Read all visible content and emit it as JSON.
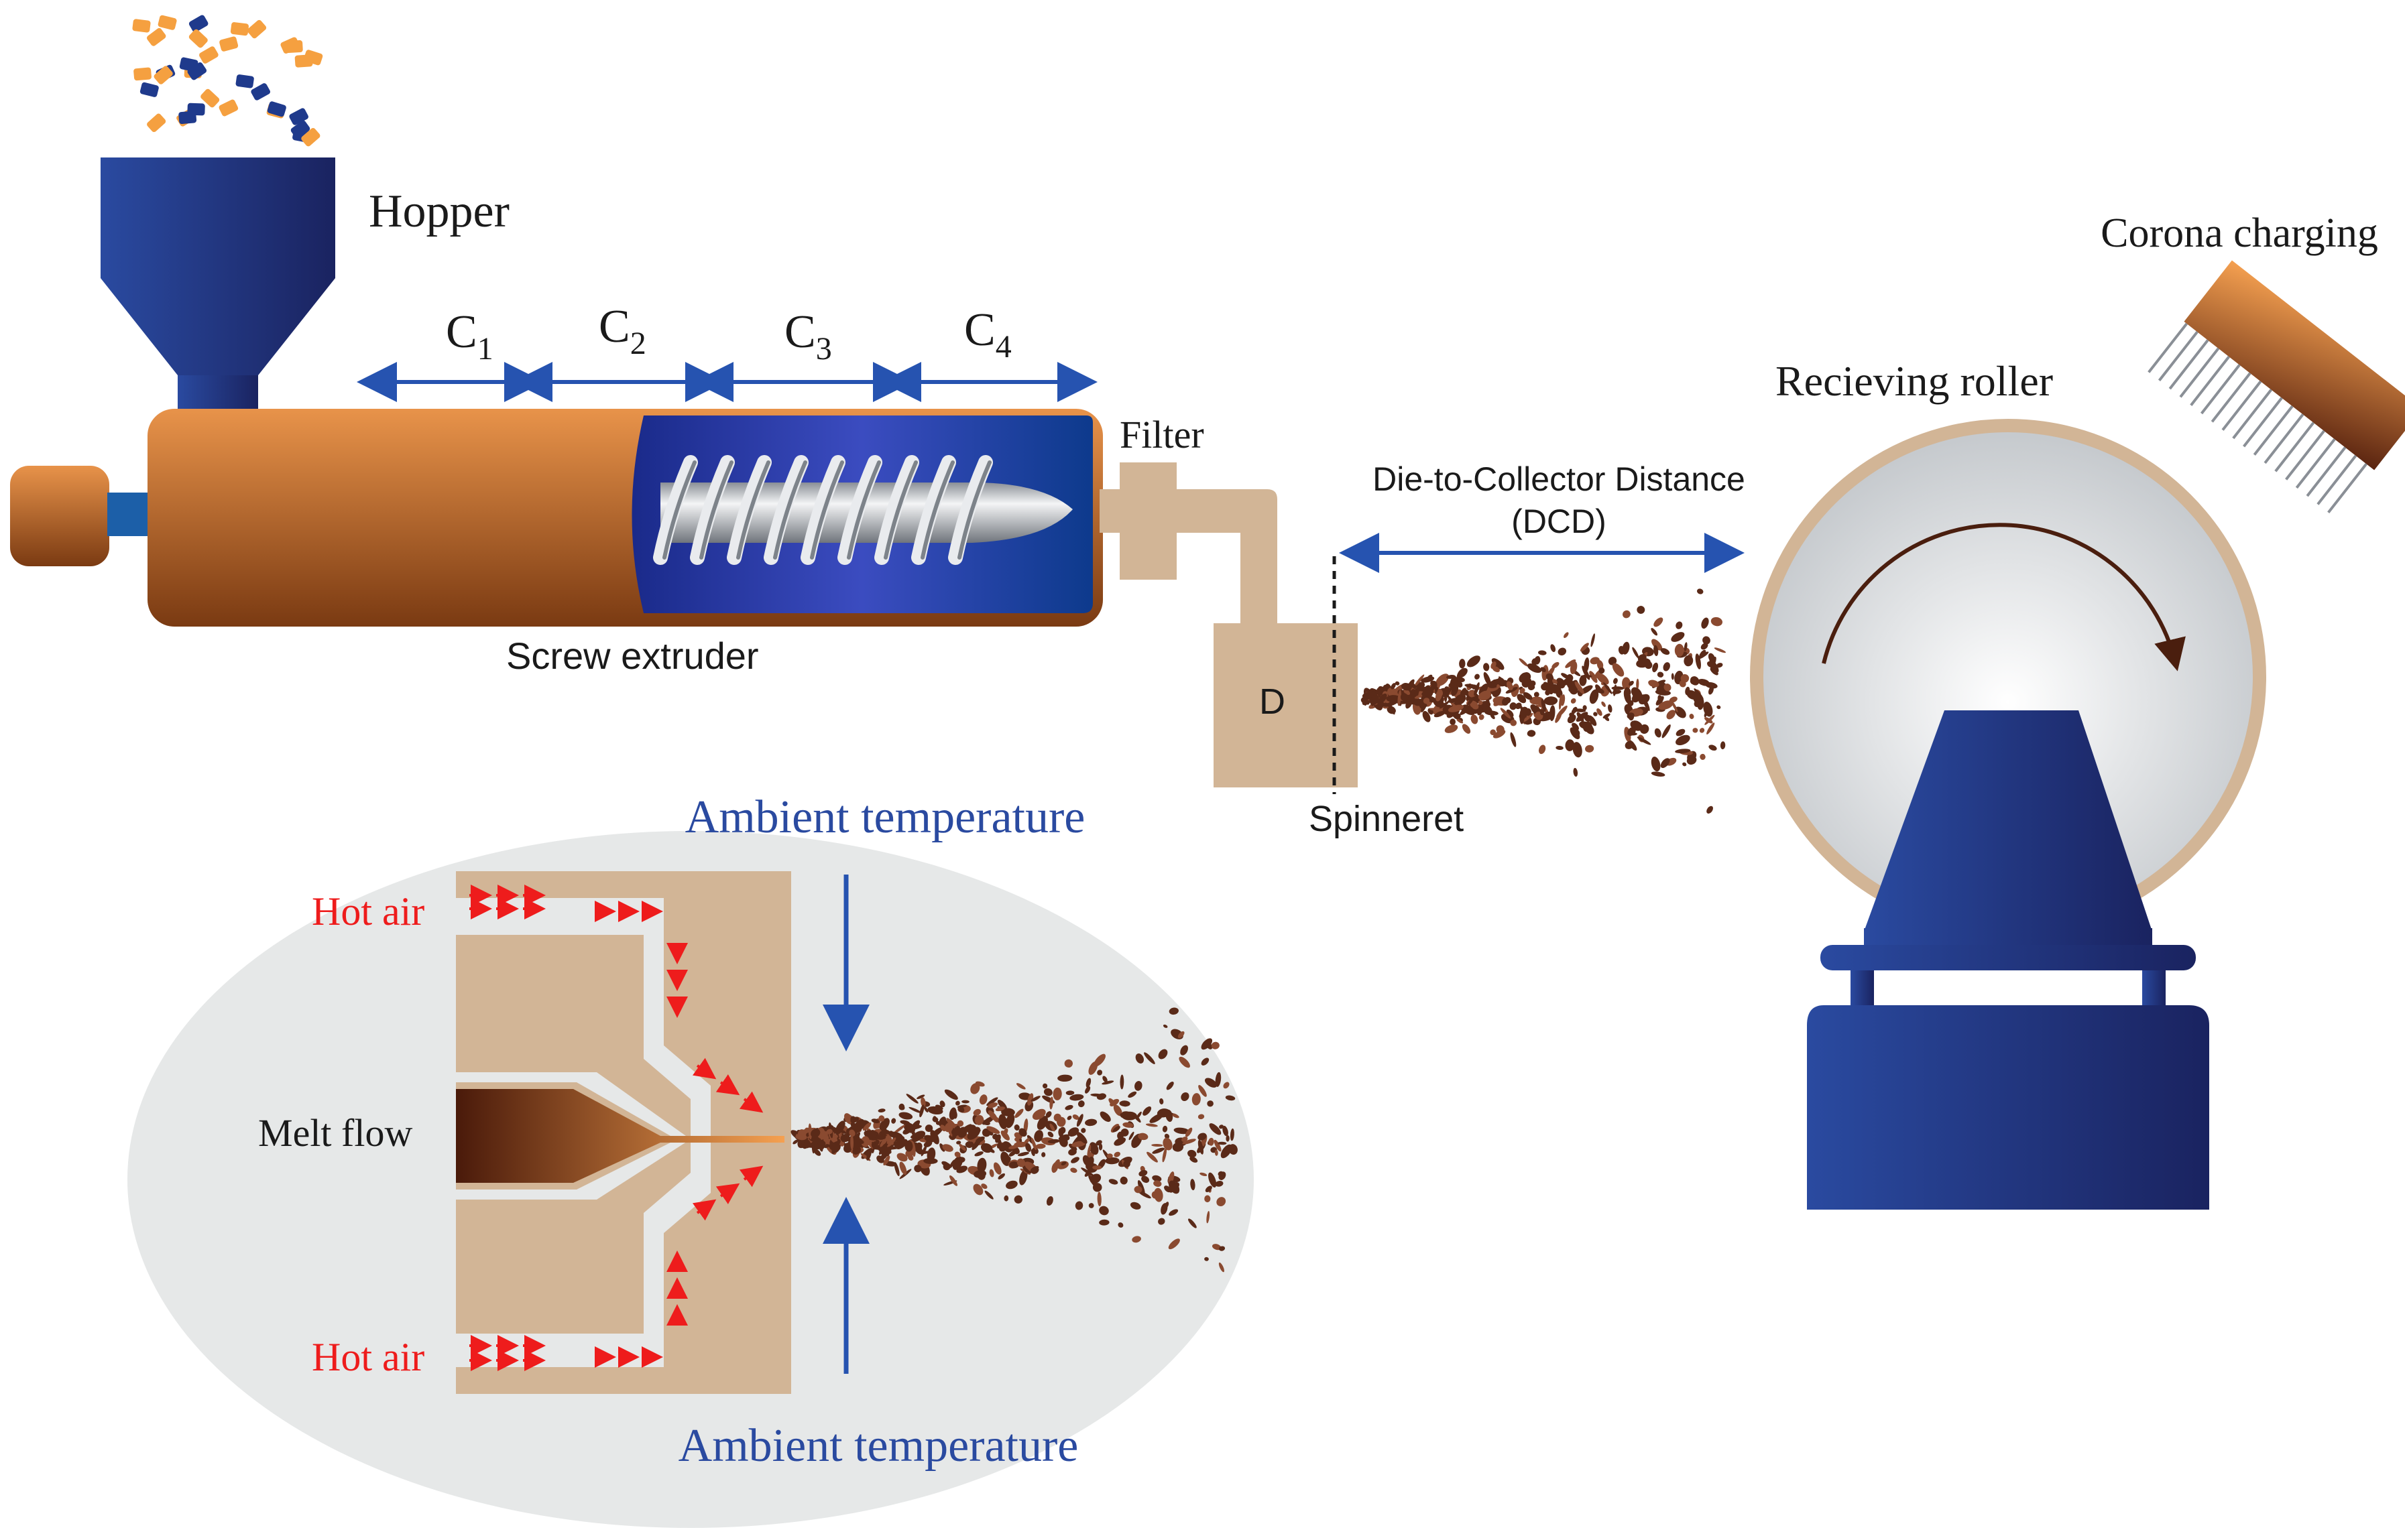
{
  "labels": {
    "hopper": "Hopper",
    "zones": [
      {
        "letter": "C",
        "sub": "1"
      },
      {
        "letter": "C",
        "sub": "2"
      },
      {
        "letter": "C",
        "sub": "3"
      },
      {
        "letter": "C",
        "sub": "4"
      }
    ],
    "filter": "Filter",
    "screw_extruder": "Screw extruder",
    "die": "D",
    "spinneret": "Spinneret",
    "dcd_line1": "Die-to-Collector Distance",
    "dcd_line2": "(DCD)",
    "receiving_roller": "Recieving roller",
    "corona_charging": "Corona charging",
    "ambient_top": "Ambient temperature",
    "ambient_bottom": "Ambient temperature",
    "hot_air_top": "Hot air",
    "hot_air_bottom": "Hot air",
    "melt_flow": "Melt flow"
  },
  "colors": {
    "barrel_orange": "#e8934a",
    "barrel_brown": "#7a3a12",
    "hopper_blue": "#2a4aa0",
    "hopper_dark": "#1a2360",
    "die_tan": "#d2b596",
    "arrow_blue": "#2653b0",
    "hot_air_red": "#ee1c1c",
    "ambient_text_blue": "#2a4aa0",
    "fiber_brown": "#5a2a18",
    "roller_grey": "#c9cdd1",
    "inset_grey": "#e6e8e8"
  }
}
